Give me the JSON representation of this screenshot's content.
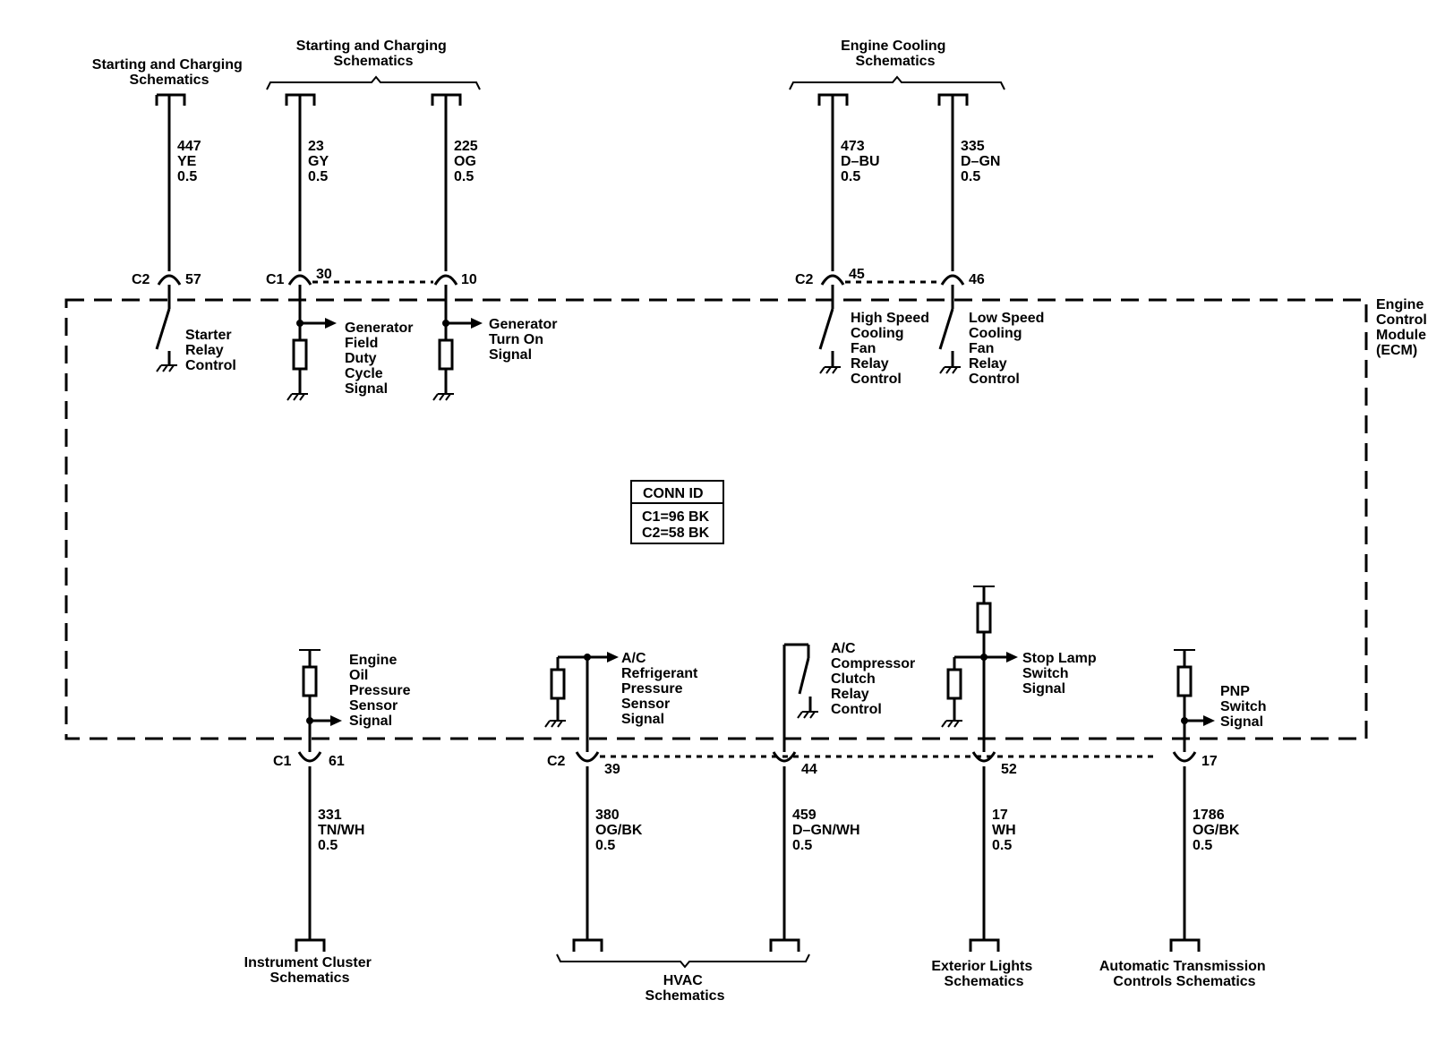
{
  "module_label": [
    "Engine",
    "Control",
    "Module",
    "(ECM)"
  ],
  "conn_id": {
    "title": "CONN ID",
    "c1": "C1=96 BK",
    "c2": "C2=58 BK"
  },
  "top_refs": {
    "start_charge_single": [
      "Starting and Charging",
      "Schematics"
    ],
    "start_charge_group": [
      "Starting and Charging",
      "Schematics"
    ],
    "engine_cooling": [
      "Engine Cooling",
      "Schematics"
    ]
  },
  "bottom_refs": {
    "instrument_cluster": [
      "Instrument Cluster",
      "Schematics"
    ],
    "hvac": [
      "HVAC",
      "Schematics"
    ],
    "exterior_lights": [
      "Exterior Lights",
      "Schematics"
    ],
    "auto_trans": [
      "Automatic Transmission",
      "Controls Schematics"
    ]
  },
  "top_circuits": [
    {
      "id": "starter",
      "connector": "C2",
      "pin": "57",
      "wire": [
        "447",
        "YE",
        "0.5"
      ],
      "function": [
        "Starter",
        "Relay",
        "Control"
      ]
    },
    {
      "id": "gen-field",
      "connector": "C1",
      "pin": "30",
      "wire": [
        "23",
        "GY",
        "0.5"
      ],
      "function": [
        "Generator",
        "Field",
        "Duty",
        "Cycle",
        "Signal"
      ]
    },
    {
      "id": "gen-turn-on",
      "connector": "",
      "pin": "10",
      "wire": [
        "225",
        "OG",
        "0.5"
      ],
      "function": [
        "Generator",
        "Turn On",
        "Signal"
      ]
    },
    {
      "id": "high-speed-fan",
      "connector": "C2",
      "pin": "45",
      "wire": [
        "473",
        "D–BU",
        "0.5"
      ],
      "function": [
        "High Speed",
        "Cooling",
        "Fan",
        "Relay",
        "Control"
      ]
    },
    {
      "id": "low-speed-fan",
      "connector": "",
      "pin": "46",
      "wire": [
        "335",
        "D–GN",
        "0.5"
      ],
      "function": [
        "Low Speed",
        "Cooling",
        "Fan",
        "Relay",
        "Control"
      ]
    }
  ],
  "bottom_circuits": [
    {
      "id": "oil-pressure",
      "connector": "C1",
      "pin": "61",
      "wire": [
        "331",
        "TN/WH",
        "0.5"
      ],
      "function": [
        "Engine",
        "Oil",
        "Pressure",
        "Sensor",
        "Signal"
      ]
    },
    {
      "id": "ac-refrigerant",
      "connector": "C2",
      "pin": "39",
      "wire": [
        "380",
        "OG/BK",
        "0.5"
      ],
      "function": [
        "A/C",
        "Refrigerant",
        "Pressure",
        "Sensor",
        "Signal"
      ]
    },
    {
      "id": "ac-clutch",
      "connector": "",
      "pin": "44",
      "wire": [
        "459",
        "D–GN/WH",
        "0.5"
      ],
      "function": [
        "A/C",
        "Compressor",
        "Clutch",
        "Relay",
        "Control"
      ]
    },
    {
      "id": "stop-lamp",
      "connector": "",
      "pin": "52",
      "wire": [
        "17",
        "WH",
        "0.5"
      ],
      "function": [
        "Stop Lamp",
        "Switch",
        "Signal"
      ]
    },
    {
      "id": "pnp",
      "connector": "",
      "pin": "17",
      "wire": [
        "1786",
        "OG/BK",
        "0.5"
      ],
      "function": [
        "PNP",
        "Switch",
        "Signal"
      ]
    }
  ]
}
